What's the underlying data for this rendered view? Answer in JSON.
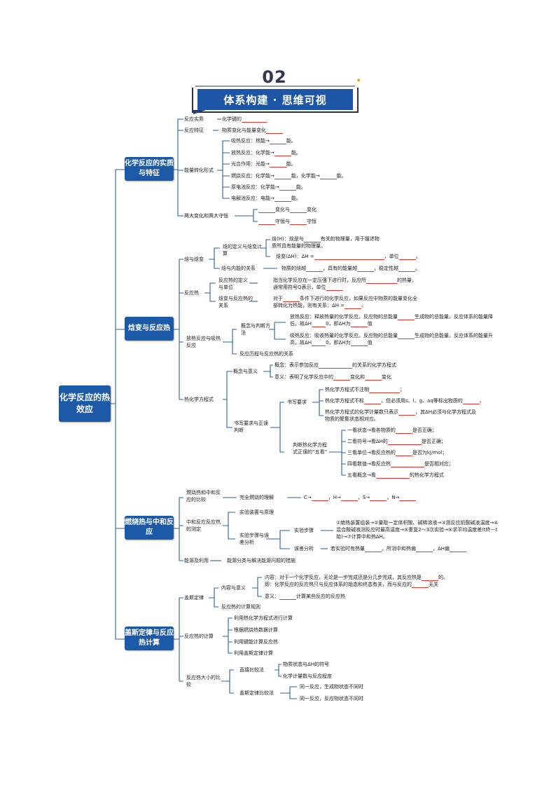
{
  "header": {
    "number": "02",
    "title": "体系构建 · 思维可视"
  },
  "root": "化学反应的热效应",
  "b1": {
    "box": "化学反应的实质与特征",
    "essence": "反应实质",
    "essence_txt": "化学键的",
    "feature": "反应特征",
    "feature_txt": "物质变化与能量变化",
    "forms": "能量转化形式",
    "f1": "吸热反应：热能→",
    "f1b": "能。",
    "f2": "放热反应：化学能→",
    "f2b": "能。",
    "f3": "光合作用：光能→",
    "f3b": "能。",
    "f4": "燃烧反应：化学能→",
    "f4b": "能，化学能→",
    "f4c": "能。",
    "f5": "原电池反应：化学能→",
    "f5b": "能。",
    "f6": "电解池反应：电能→",
    "f6b": "能。",
    "two": "两大变化和两大守恒",
    "t1a": "变化与",
    "t1b": "变化",
    "t2a": "守恒与",
    "t2b": "守恒"
  },
  "b2": {
    "box": "焓变与反应热",
    "hb": "焓与焓变",
    "hdef": "焓的定义与焓变计算",
    "h1a": "焓(H)：焓是与",
    "h1b": "有关的物理量，用于描述物质所具有能量的物理量。",
    "h2a": "焓变(ΔH)：ΔH =",
    "h2b": "，单位",
    "h2c": "。",
    "hrel": "焓与内能的关系",
    "hr1": "物质的焓越",
    "hr2": "，具有的能量越",
    "hr3": "，稳定性越",
    "hr4": "。",
    "rh": "反应热",
    "rdef": "反应热的定义与单位",
    "rd1": "指当化学反应在一定压强下进行时，反应所",
    "rd2": "的热量，通常用符号Q表示，单位",
    "rrel": "焓变与反应热的关系",
    "rr1": "对于",
    "rr2": "条件下进行的化学反应，如果反应中物质的能量变化全部转化为热能，则有关系：ΔH =",
    "rr3": "。",
    "exo": "放热反应与吸热反应",
    "conc": "概念与判断方法",
    "ex1a": "放热反应：释放热量的化学反应。反应物的总能量",
    "ex1b": "生成物的总能量。反应体系的能量降低，故ΔH",
    "ex1c": "0，即ΔH为",
    "ex1d": "值",
    "ex2a": "吸热反应：吸收热量的化学反应。反应物的总能量",
    "ex2b": "生成物的总能量。反应体系的能量升高，故ΔH",
    "ex2c": "0，即ΔH为",
    "ex2d": "值",
    "ex3": "反应历程与反应热的关系",
    "teq": "热化学方程式",
    "cm": "概念与意义",
    "cm1a": "概念：表示参加反应",
    "cm1b": "的关系的化学方程式",
    "cm2a": "意义：表明了化学反应中的",
    "cm2b": "变化和",
    "cm2c": "变化",
    "wr": "书写要求与正误判断",
    "wreq": "书写要求",
    "w1a": "热化学方程式不注明",
    "w1b": "；",
    "w2a": "热化学方程式不标",
    "w2b": "，但必须用s、l、g、aq等标出物质的",
    "w2c": "。",
    "w3a": "热化学方程式的化学计量数只表示",
    "w3b": "，其ΔH必须与化学方程式及物质的聚集状态相对应。",
    "five": "判断热化学方程式正误的“五看”",
    "k1a": "一看状态→看各物质的",
    "k1b": "是否正确；",
    "k2a": "二看符号→看ΔH的",
    "k2b": "是否正确；",
    "k3a": "三看单位→看反应热的",
    "k3b": "是否为kJ/mol；",
    "k4a": "四看数值→看反应热",
    "k4b": "是否相对应；",
    "k5a": "五看概念→看",
    "k5b": "的热化学方程式"
  },
  "b3": {
    "box": "燃烧热与中和反应",
    "comb": "燃烧热和中和反应的比较",
    "full": "完全燃烧的理解",
    "c1": "C→",
    "c2": "，H→",
    "c3": "，S→",
    "c4": "，N→",
    "neut": "中和反应反应热的测定",
    "dev": "实验装置与原理",
    "steps": "实验步骤与误差分析",
    "st": "实验步骤",
    "st1": "①绝热装置组装→②量取一定体积酸、碱稀溶液→③测反应前酸碱液温度→④混合酸碱液测反应时最高温度→⑤重复2～3次实验→⑥求平均温度差(t终－t始)→⑦计算中和热ΔH。",
    "err": "误差分析",
    "err1": "若实验时有热量",
    "err2": "，所测中和热偏",
    "err3": "，ΔH偏",
    "use": "能源及利用",
    "use1": "能源分类与解决能源问题的措施"
  },
  "b4": {
    "box": "盖斯定律与反应热计算",
    "hess": "盖斯定律",
    "cm": "内容与意义",
    "h1a": "内容：对于一个化学反应，无论是一步完成还是分几步完成，其反应热是",
    "h1b": "的。",
    "h1c": "即：化学反应的反应热只与反应体系的始态和终态有关，而与反应的",
    "h1d": "无关",
    "h2a": "意义：",
    "h2b": "计算某些反应的反应热",
    "rule": "反应热的计算规则",
    "calc": "反应热的计算",
    "cc1": "利用热化学方程式进行计算",
    "cc2": "根据燃烧热数据计算",
    "cc3": "利用键能计算反应热",
    "cc4": "利用盖斯定律计算",
    "cmp": "反应热大小的比较",
    "dir": "直接比较法",
    "d1": "物质状态与ΔH的符号",
    "d2": "化学计量数与反应程度",
    "hm": "盖斯定律比较法",
    "g1": "同一反应，生成物状态不同时",
    "g2": "同一反应，反应物状态不同时"
  },
  "colors": {
    "box": "#1c5aa8",
    "line": "#2a5fa8",
    "blank": "#e0382c"
  }
}
